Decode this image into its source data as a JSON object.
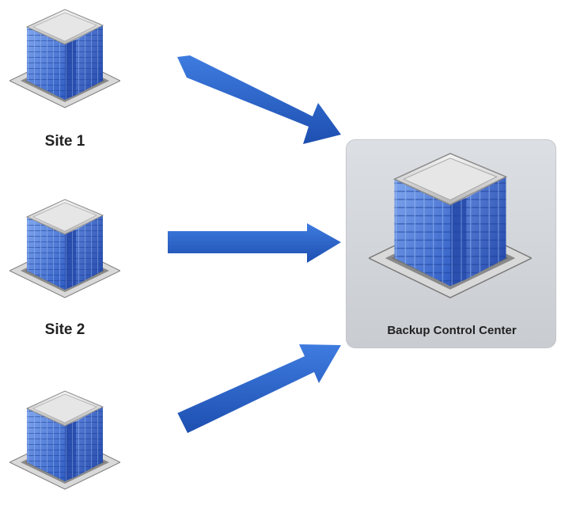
{
  "sites": [
    {
      "label": "Site 1"
    },
    {
      "label": "Site 2"
    },
    {
      "label": ""
    }
  ],
  "center": {
    "label": "Backup Control Center"
  },
  "colors": {
    "arrow": "#2e66c9",
    "building_glass": "#4a78d8",
    "box_background": "#d3d6da"
  },
  "icons": [
    "building-icon",
    "arrow-icon"
  ]
}
